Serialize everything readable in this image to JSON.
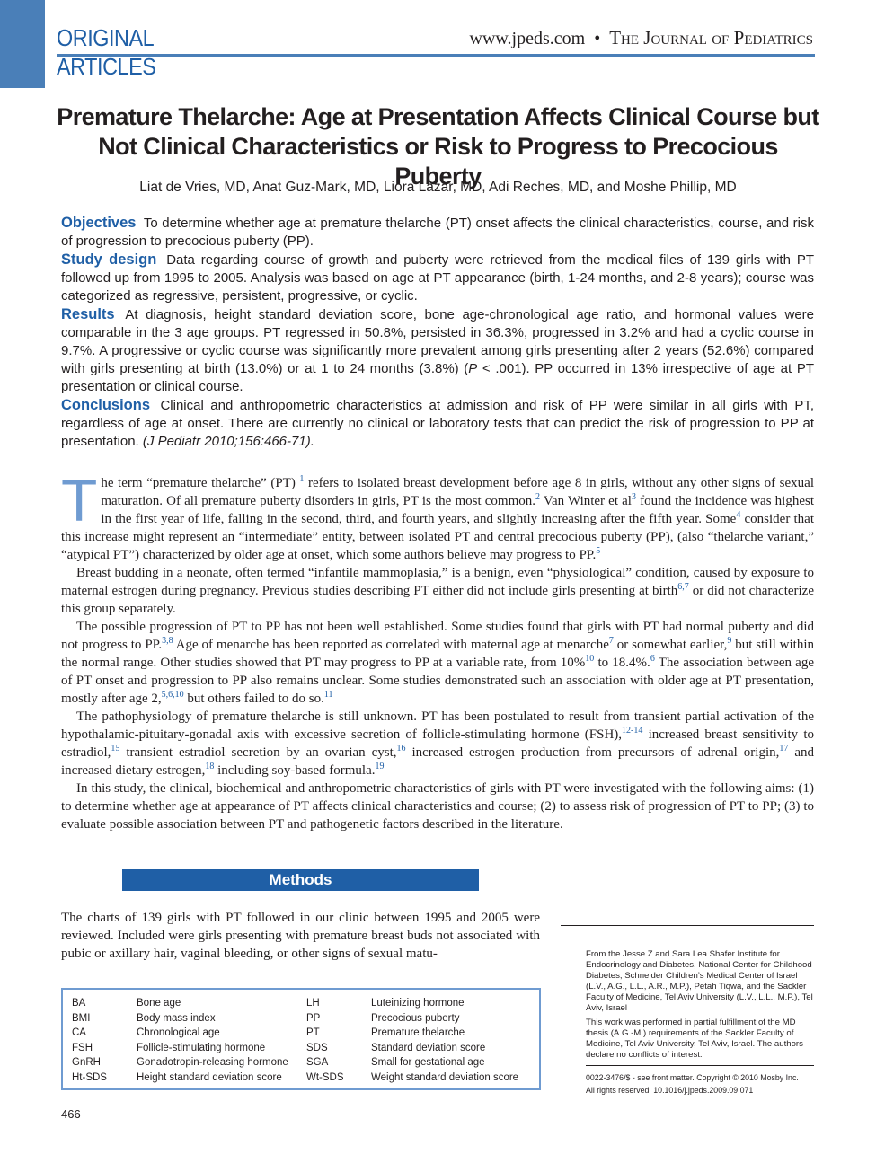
{
  "header": {
    "section_line1": "ORIGINAL",
    "section_line2": "ARTICLES",
    "website": "www.jpeds.com",
    "bullet": "•",
    "journal": "The Journal of Pediatrics"
  },
  "title": "Premature Thelarche: Age at Presentation Affects Clinical Course but Not Clinical Characteristics or Risk to Progress to Precocious Puberty",
  "authors": "Liat de Vries, MD, Anat Guz-Mark, MD, Liora Lazar, MD, Adi Reches, MD, and Moshe Phillip, MD",
  "abstract": {
    "objectives_head": "Objectives",
    "objectives": "To determine whether age at premature thelarche (PT) onset affects the clinical characteristics, course, and risk of progression to precocious puberty (PP).",
    "design_head": "Study design",
    "design": "Data regarding course of growth and puberty were retrieved from the medical files of 139 girls with PT followed up from 1995 to 2005. Analysis was based on age at PT appearance (birth, 1-24 months, and 2-8 years); course was categorized as regressive, persistent, progressive, or cyclic.",
    "results_head": "Results",
    "results_a": "At diagnosis, height standard deviation score, bone age-chronological age ratio, and hormonal values were comparable in the 3 age groups. PT regressed in 50.8%, persisted in 36.3%, progressed in 3.2% and had a cyclic course in 9.7%. A progressive or cyclic course was significantly more prevalent among girls presenting after 2 years (52.6%) compared with girls presenting at birth (13.0%) or at 1 to 24 months (3.8%) (",
    "results_p": "P",
    "results_b": " < .001). PP occurred in 13% irrespective of age at PT presentation or clinical course.",
    "conclusions_head": "Conclusions",
    "conclusions": "Clinical and anthropometric characteristics at admission and risk of PP were similar in all girls with PT, regardless of age at onset. There are currently no clinical or laboratory tests that can predict the risk of progression to PP at presentation.",
    "citation": "(J Pediatr 2010;156:466-71)."
  },
  "body": {
    "dropcap": "T",
    "p1_a": "he term “premature thelarche” (PT) ",
    "p1_r1": "1",
    "p1_b": " refers to isolated breast development before age 8 in girls, without any other signs of sexual maturation. Of all premature puberty disorders in girls, PT is the most common.",
    "p1_r2": "2",
    "p1_c": " Van Winter et al",
    "p1_r3": "3",
    "p1_d": " found the incidence was highest in the first year of life, falling in the second, third, and fourth years, and slightly increasing after the fifth year. Some",
    "p1_r4": "4",
    "p1_e": " consider that this increase might represent an “intermediate” entity, between isolated PT and central precocious puberty (PP), (also “thelarche variant,” “atypical PT”) characterized by older age at onset, which some authors believe may progress to PP.",
    "p1_r5": "5",
    "p2_a": "Breast budding in a neonate, often termed “infantile mammoplasia,” is a benign, even “physiological” condition, caused by exposure to maternal estrogen during pregnancy. Previous studies describing PT either did not include girls presenting at birth",
    "p2_r1": "6,7",
    "p2_b": " or did not characterize this group separately.",
    "p3_a": "The possible progression of PT to PP has not been well established. Some studies found that girls with PT had normal puberty and did not progress to PP.",
    "p3_r1": "3,8",
    "p3_b": " Age of menarche has been reported as correlated with maternal age at menarche",
    "p3_r2": "7",
    "p3_c": " or somewhat earlier,",
    "p3_r3": "9",
    "p3_d": " but still within the normal range. Other studies showed that PT may progress to PP at a variable rate, from 10%",
    "p3_r4": "10",
    "p3_e": " to 18.4%.",
    "p3_r5": "6",
    "p3_f": " The association between age of PT onset and progression to PP also remains unclear. Some studies demonstrated such an association with older age at PT presentation, mostly after age 2,",
    "p3_r6": "5,6,10",
    "p3_g": " but others failed to do so.",
    "p3_r7": "11",
    "p4_a": "The pathophysiology of premature thelarche is still unknown. PT has been postulated to result from transient partial activation of the hypothalamic-pituitary-gonadal axis with excessive secretion of follicle-stimulating hormone (FSH),",
    "p4_r1": "12-14",
    "p4_b": " increased breast sensitivity to estradiol,",
    "p4_r2": "15",
    "p4_c": " transient estradiol secretion by an ovarian cyst,",
    "p4_r3": "16",
    "p4_d": " increased estrogen production from precursors of adrenal origin,",
    "p4_r4": "17",
    "p4_e": " and increased dietary estrogen,",
    "p4_r5": "18",
    "p4_f": " including soy-based formula.",
    "p4_r6": "19",
    "p5": "In this study, the clinical, biochemical and anthropometric characteristics of girls with PT were investigated with the following aims: (1) to determine whether age at appearance of PT affects clinical characteristics and course; (2) to assess risk of progression of PT to PP; (3) to evaluate possible association between PT and pathogenetic factors described in the literature."
  },
  "methods": {
    "heading": "Methods",
    "text": "The charts of 139 girls with PT followed in our clinic between 1995 and 2005 were reviewed. Included were girls presenting with premature breast buds not associated with pubic or axillary hair, vaginal bleeding, or other signs of sexual matu-"
  },
  "abbreviations": [
    {
      "abbr": "BA",
      "full": "Bone age",
      "abbr2": "LH",
      "full2": "Luteinizing hormone"
    },
    {
      "abbr": "BMI",
      "full": "Body mass index",
      "abbr2": "PP",
      "full2": "Precocious puberty"
    },
    {
      "abbr": "CA",
      "full": "Chronological age",
      "abbr2": "PT",
      "full2": "Premature thelarche"
    },
    {
      "abbr": "FSH",
      "full": "Follicle-stimulating hormone",
      "abbr2": "SDS",
      "full2": "Standard deviation score"
    },
    {
      "abbr": "GnRH",
      "full": "Gonadotropin-releasing hormone",
      "abbr2": "SGA",
      "full2": "Small for gestational age"
    },
    {
      "abbr": "Ht-SDS",
      "full": "Height standard deviation score",
      "abbr2": "Wt-SDS",
      "full2": "Weight standard deviation score"
    }
  ],
  "affiliation": {
    "institute": "From the Jesse Z and Sara Lea Shafer Institute for Endocrinology and Diabetes, National Center for Childhood Diabetes, Schneider Children’s Medical Center of Israel (L.V., A.G., L.L., A.R., M.P.), Petah Tiqwa, and the Sackler Faculty of Medicine, Tel Aviv University (L.V., L.L., M.P.), Tel Aviv, Israel",
    "thesis": "This work was performed in partial fulfillment of the MD thesis (A.G.-M.) requirements of the Sackler Faculty of Medicine, Tel Aviv University, Tel Aviv, Israel. The authors declare no conflicts of interest.",
    "copyright1": "0022-3476/$ - see front matter. Copyright © 2010 Mosby Inc.",
    "copyright2": "All rights reserved. 10.1016/j.jpeds.2009.09.071"
  },
  "page_number": "466",
  "colors": {
    "accent_blue": "#1f5fa6",
    "tab_blue": "#4a7fb8",
    "dropcap_blue": "#6f9bd1"
  }
}
